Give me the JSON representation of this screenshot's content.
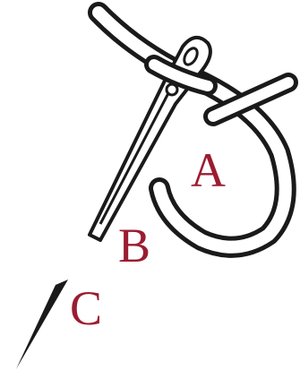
{
  "labels": {
    "a": "A",
    "b": "B",
    "c": "C"
  },
  "colors": {
    "label": "#9b1c31",
    "ink": "#1a1a1a",
    "fill": "#ffffff"
  }
}
